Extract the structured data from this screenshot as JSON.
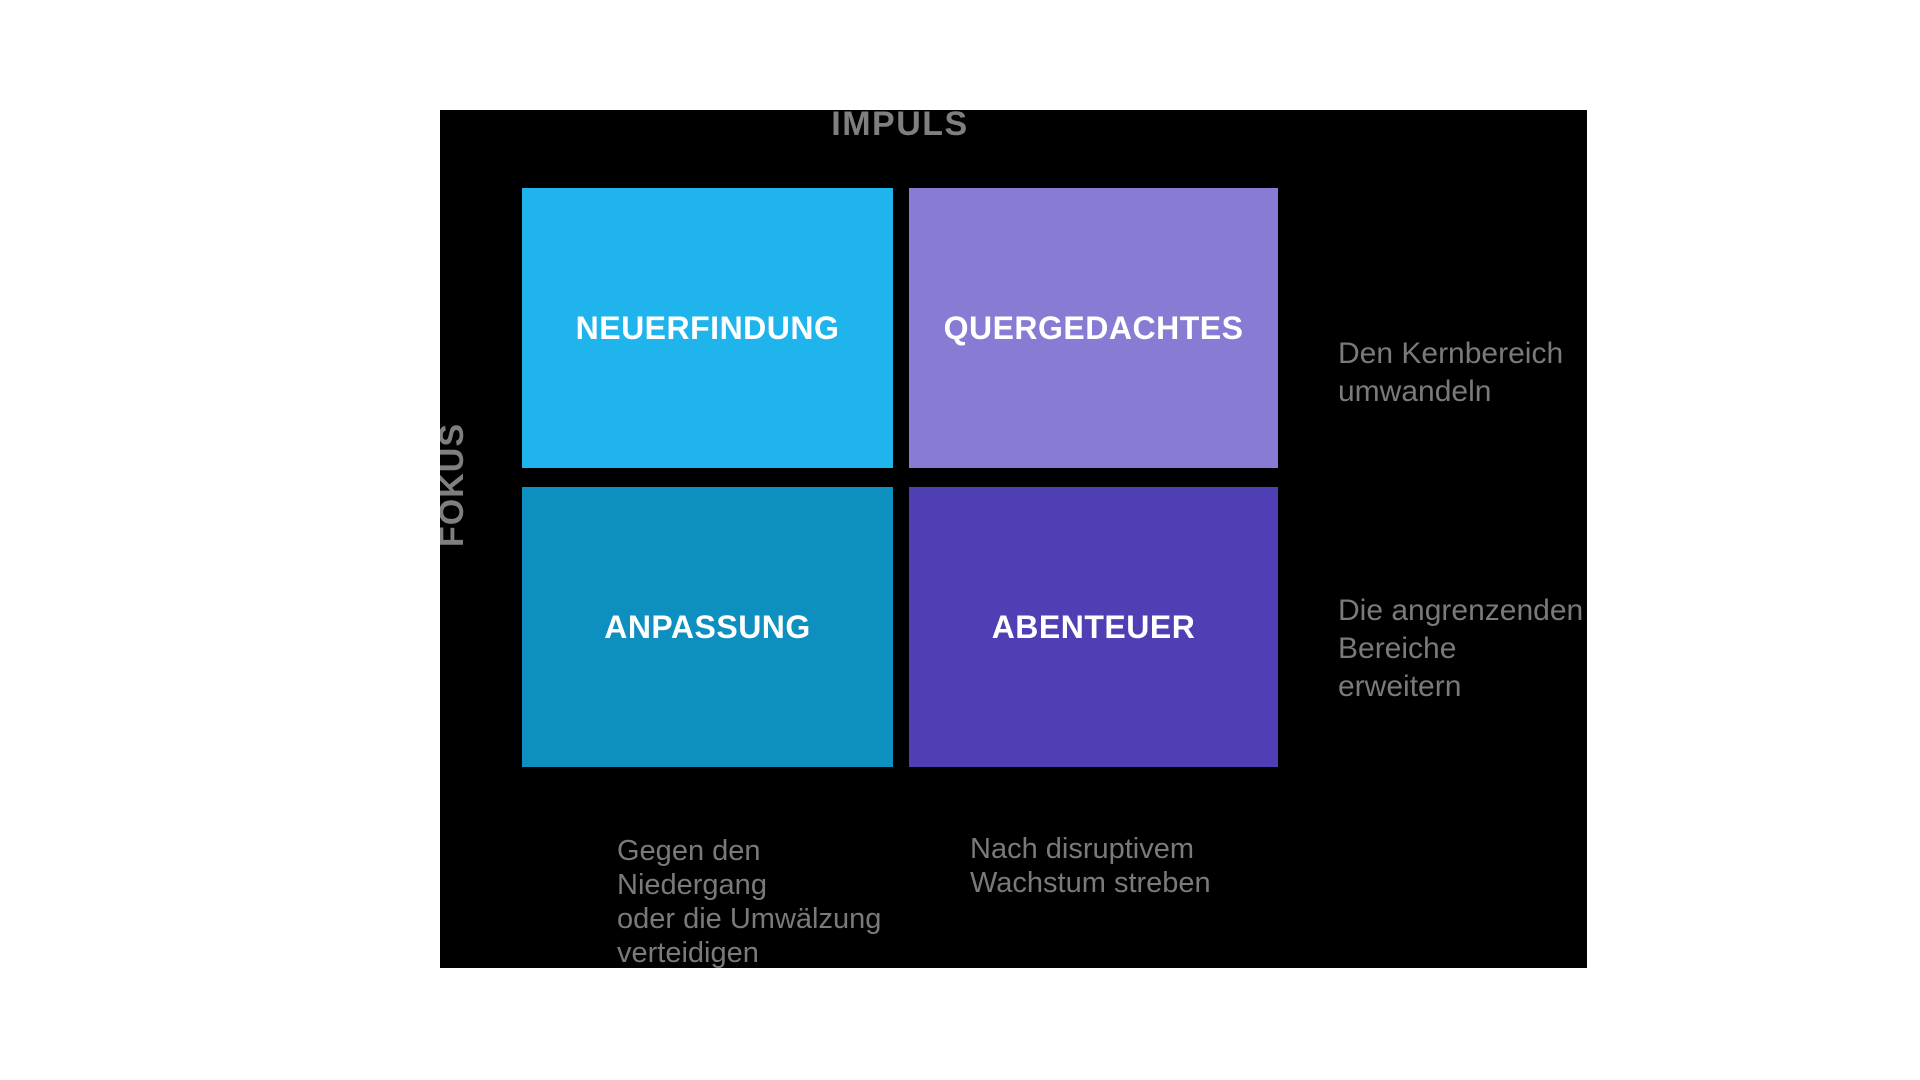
{
  "diagram": {
    "page_background": "#ffffff",
    "panel_background": "#000000",
    "axes": {
      "x_title": "IMPULS",
      "y_title": "FOKUS",
      "title_color": "#7f7f7f"
    },
    "quadrants": [
      {
        "position": "top-left",
        "label": "NEUERFINDUNG",
        "color": "#1fb4ec",
        "label_color": "#ffffff"
      },
      {
        "position": "top-right",
        "label": "QUERGEDACHTES",
        "color": "#867cd3",
        "label_color": "#ffffff"
      },
      {
        "position": "bottom-left",
        "label": "ANPASSUNG",
        "color": "#0d8fbf",
        "label_color": "#ffffff"
      },
      {
        "position": "bottom-right",
        "label": "ABENTEUER",
        "color": "#4f3fb4",
        "label_color": "#ffffff"
      }
    ],
    "annotations": {
      "color": "#7a7a7a",
      "right_top": "Den Kernbereich\numwandeln",
      "right_bottom": "Die angrenzenden\nBereiche erweitern",
      "bottom_left": "Gegen den\nNiedergang\noder die Umwälzung\nverteidigen",
      "bottom_right": "Nach disruptivem\nWachstum streben"
    }
  }
}
